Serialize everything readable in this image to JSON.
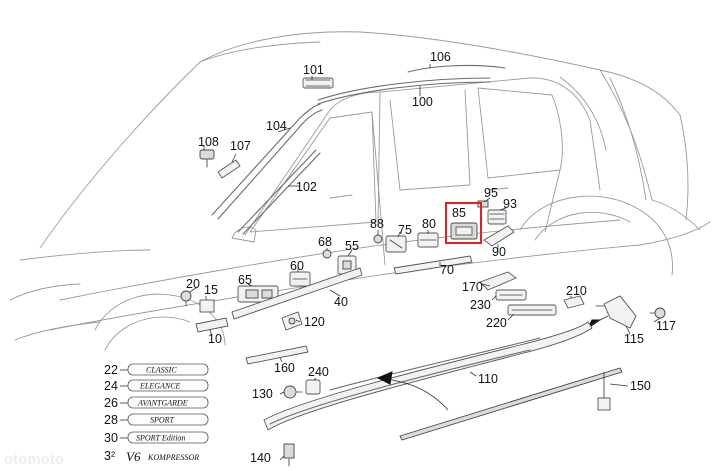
{
  "callouts": [
    "101",
    "106",
    "100",
    "104",
    "108",
    "107",
    "102",
    "95",
    "93",
    "85",
    "80",
    "75",
    "88",
    "68",
    "55",
    "60",
    "65",
    "90",
    "70",
    "20",
    "15",
    "40",
    "170",
    "230",
    "210",
    "220",
    "117",
    "115",
    "120",
    "10",
    "160",
    "240",
    "110",
    "130",
    "150",
    "140"
  ],
  "badges": {
    "classic": {
      "num": "22",
      "text": "CLASSIC"
    },
    "elegance": {
      "num": "24",
      "text": "ELEGANCE"
    },
    "avantgarde": {
      "num": "26",
      "text": "AVANTGARDE"
    },
    "sport": {
      "num": "28",
      "text": "SPORT"
    },
    "sport_edition": {
      "num": "30",
      "text": "SPORT Edition"
    },
    "v6": {
      "num": "3²",
      "text_big": "V6",
      "text_small": "KOMPRESSOR"
    }
  },
  "watermark": "otomoto",
  "colors": {
    "highlight": "#e41e26",
    "line": "#9a9a9a",
    "ink": "#111111"
  }
}
